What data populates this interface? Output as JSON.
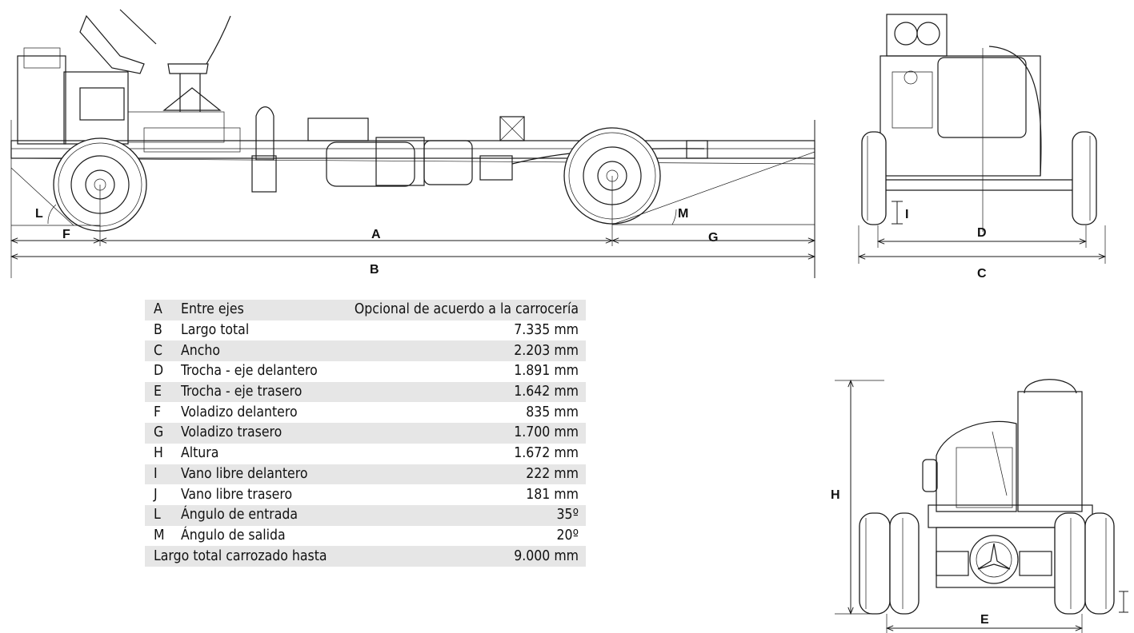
{
  "dimension_labels": {
    "A": "A",
    "B": "B",
    "C": "C",
    "D": "D",
    "E": "E",
    "F": "F",
    "G": "G",
    "H": "H",
    "I": "I",
    "L": "L",
    "M": "M"
  },
  "spec_table": {
    "rows": [
      {
        "letter": "A",
        "name": "Entre ejes",
        "value": "Opcional de acuerdo a la carrocería"
      },
      {
        "letter": "B",
        "name": "Largo total",
        "value": "7.335 mm"
      },
      {
        "letter": "C",
        "name": "Ancho",
        "value": "2.203 mm"
      },
      {
        "letter": "D",
        "name": "Trocha - eje delantero",
        "value": "1.891 mm"
      },
      {
        "letter": "E",
        "name": "Trocha - eje trasero",
        "value": "1.642 mm"
      },
      {
        "letter": "F",
        "name": "Voladizo delantero",
        "value": "835 mm"
      },
      {
        "letter": "G",
        "name": "Voladizo trasero",
        "value": "1.700 mm"
      },
      {
        "letter": "H",
        "name": "Altura",
        "value": "1.672 mm"
      },
      {
        "letter": "I",
        "name": "Vano libre delantero",
        "value": "222 mm"
      },
      {
        "letter": "J",
        "name": "Vano libre trasero",
        "value": "181 mm"
      },
      {
        "letter": "L",
        "name": "Ángulo de entrada",
        "value": "35º"
      },
      {
        "letter": "M",
        "name": "Ángulo de salida",
        "value": "20º"
      }
    ],
    "footer": {
      "name": "Largo total carrozado hasta",
      "value": "9.000 mm"
    }
  }
}
